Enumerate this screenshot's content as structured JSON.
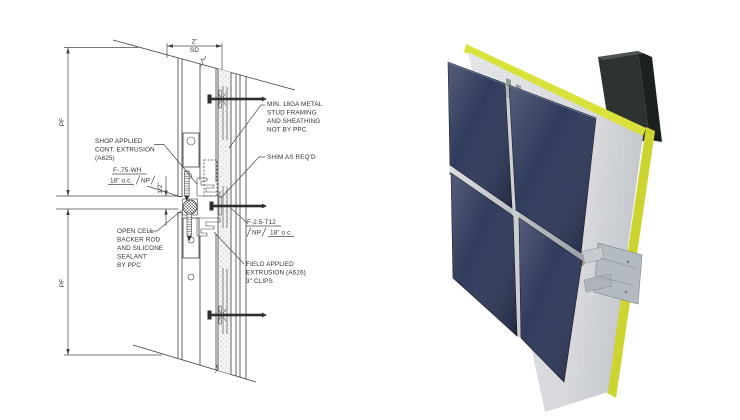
{
  "figure": {
    "title": "panel-attachment-section-detail-and-3d-render",
    "background": "#ffffff"
  },
  "drawing": {
    "dimensions": {
      "top_value": "2\"",
      "top_label": "SD",
      "left_top": "PF",
      "left_bottom": "PF",
      "joint": "1/2\""
    },
    "callouts": {
      "shop_applied": {
        "lines": [
          "SHOP APPLIED",
          "CONT. EXTRUSION",
          "(A625)"
        ]
      },
      "fastener_top": {
        "code": "F-.75-WH",
        "spacing": "18\" o.c.",
        "flag": "NP"
      },
      "stud_framing": {
        "lines": [
          "MIN. 18GA METAL",
          "STUD FRAMING",
          "AND SHEATHING",
          "NOT BY PPC"
        ]
      },
      "shim": {
        "text": "SHIM AS REQ'D"
      },
      "fastener_mid": {
        "code": "F-2.5-T12",
        "flag": "NP",
        "spacing": "18\" o.c."
      },
      "field_applied": {
        "lines": [
          "FIELD APPLIED",
          "EXTRUSION (A626)",
          "3\" CLIPS"
        ]
      },
      "backer_rod": {
        "lines": [
          "OPEN CELL",
          "BACKER ROD",
          "AND SILICONE",
          "SEALANT",
          "BY PPC"
        ]
      }
    }
  },
  "render": {
    "colors": {
      "panel_navy": "#2b3557",
      "insulation_yellow": "#d9e23b",
      "insulation_yellow_side": "#ccd530",
      "sheathing_gray": "#dfe1e4",
      "sheathing_dot": "#c4c8cc",
      "framing_dark": "#2d332f",
      "framing_side": "#1c211e",
      "framing_top": "#4d5651",
      "rail_silver": "#c7cbd0",
      "bracket_alum": "#b3bac0",
      "pin_gold": "#c9a94e"
    }
  }
}
